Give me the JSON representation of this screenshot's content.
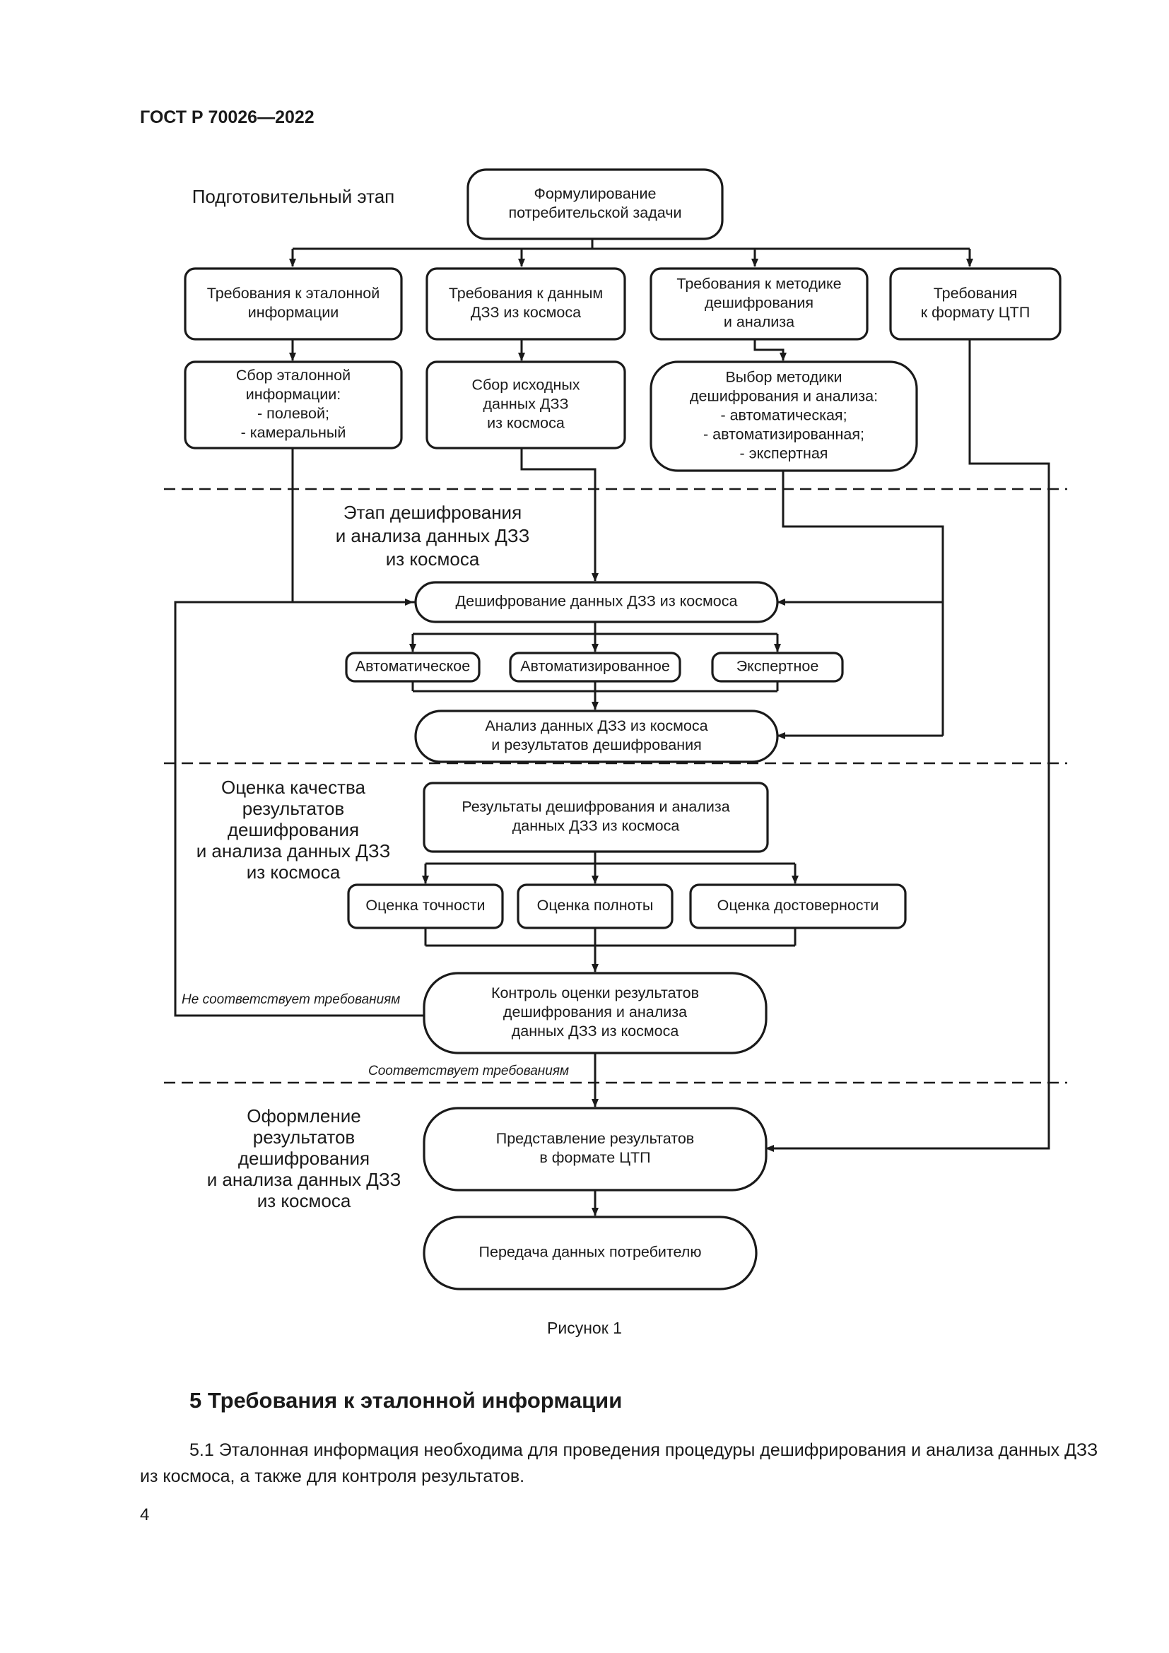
{
  "header": {
    "doc_id": "ГОСТ Р 70026—2022"
  },
  "diagram": {
    "stages": {
      "prep": [
        "Подготовительный этап"
      ],
      "interp": [
        "Этап дешифрования",
        "и анализа данных ДЗЗ",
        "из космоса"
      ],
      "quality": [
        "Оценка качества",
        "результатов",
        "дешифрования",
        "и анализа данных ДЗЗ",
        "из космоса"
      ],
      "output": [
        "Оформление",
        "результатов",
        "дешифрования",
        "и анализа данных ДЗЗ",
        "из космоса"
      ]
    },
    "nodes": {
      "task": [
        "Формулирование",
        "потребительской задачи"
      ],
      "req_ref": [
        "Требования к эталонной",
        "информации"
      ],
      "req_data": [
        "Требования к данным",
        "ДЗЗ из космоса"
      ],
      "req_method": [
        "Требования к методике",
        "дешифрования",
        "и анализа"
      ],
      "req_format": [
        "Требования",
        "к формату ЦТП"
      ],
      "collect_ref": [
        "Сбор эталонной",
        "информации:",
        "- полевой;",
        "- камеральный"
      ],
      "collect_data": [
        "Сбор исходных",
        "данных ДЗЗ",
        "из космоса"
      ],
      "choose_method": [
        "Выбор методики",
        "дешифрования и анализа:",
        "- автоматическая;",
        "- автоматизированная;",
        "- экспертная"
      ],
      "interpret": [
        "Дешифрование данных ДЗЗ из космоса"
      ],
      "auto": [
        "Автоматическое"
      ],
      "semi_auto": [
        "Автоматизированное"
      ],
      "expert": [
        "Экспертное"
      ],
      "analysis": [
        "Анализ данных ДЗЗ из космоса",
        "и результатов дешифрования"
      ],
      "results": [
        "Результаты дешифрования и анализа",
        "данных ДЗЗ из космоса"
      ],
      "accuracy": [
        "Оценка точности"
      ],
      "completeness": [
        "Оценка полноты"
      ],
      "reliability": [
        "Оценка достоверности"
      ],
      "control": [
        "Контроль оценки результатов",
        "дешифрования и анализа",
        "данных ДЗЗ из космоса"
      ],
      "present": [
        "Представление результатов",
        "в формате ЦТП"
      ],
      "transfer": [
        "Передача данных потребителю"
      ]
    },
    "labels": {
      "not_compliant": "Не соответствует требованиям",
      "compliant": "Соответствует требованиям"
    }
  },
  "caption": "Рисунок 1",
  "section": {
    "heading": "5 Требования к эталонной информации",
    "paragraph": "5.1 Эталонная информация необходима для проведения процедуры дешифрирования и анализа данных ДЗЗ из космоса, а также для контроля результатов."
  },
  "page_number": "4"
}
